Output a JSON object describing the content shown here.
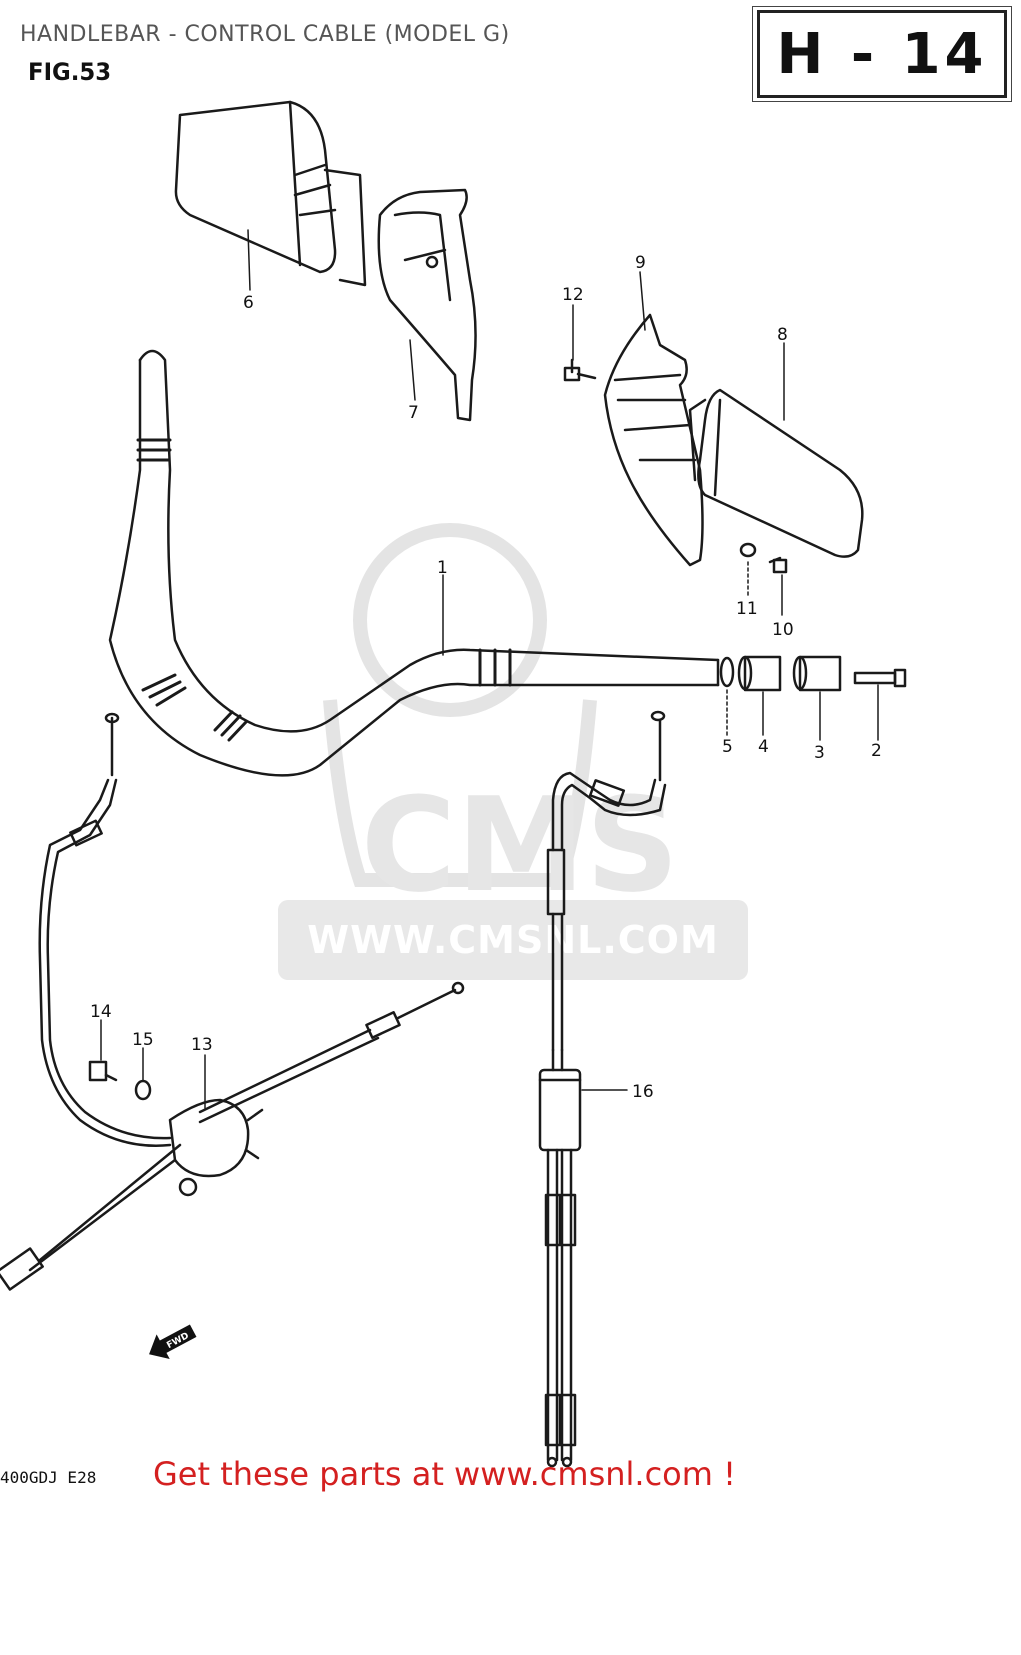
{
  "header": {
    "title": "HANDLEBAR - CONTROL CABLE (MODEL G)",
    "figure": "FIG.53",
    "page_code": "H - 14"
  },
  "diagram": {
    "part_labels": [
      "1",
      "2",
      "3",
      "4",
      "5",
      "6",
      "7",
      "8",
      "9",
      "10",
      "11",
      "12",
      "13",
      "14",
      "15",
      "16"
    ],
    "direction_marker": "FWD"
  },
  "watermark": {
    "logo_text": "CMS",
    "url": "WWW.CMSNL.COM"
  },
  "footer": {
    "model_code": "400GDJ E28",
    "call_to_action": "Get these parts at www.cmsnl.com !",
    "cta_color": "#d42020"
  }
}
